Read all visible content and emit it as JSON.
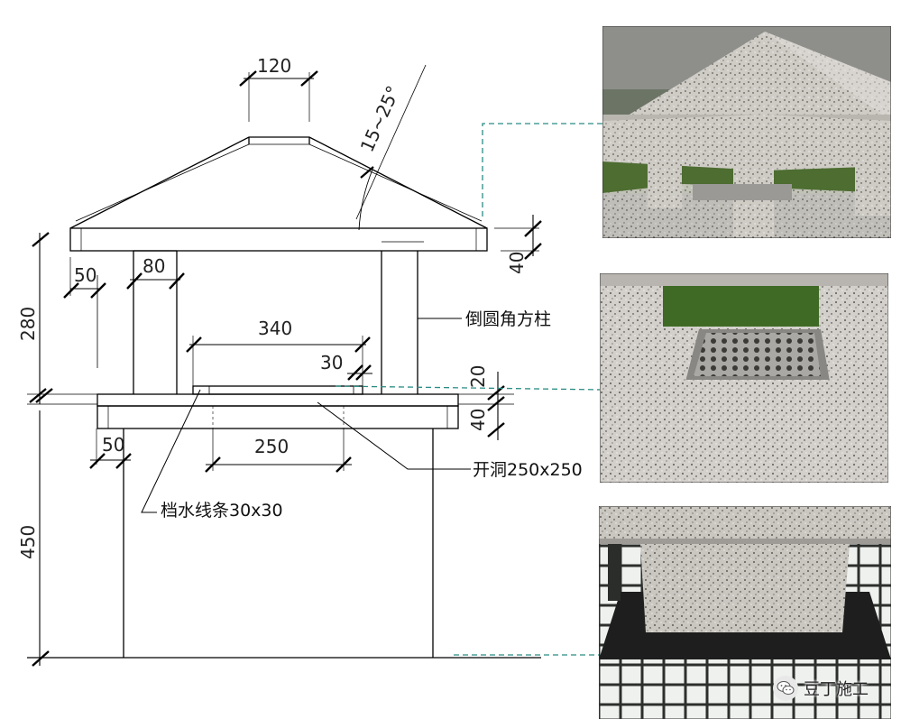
{
  "dimensions": {
    "top_width": "120",
    "slope": "15~25°",
    "roof_thickness": "40",
    "post_offset": "50",
    "post_width": "80",
    "upper_height": "280",
    "opening_outer": "340",
    "strip": "30",
    "slab": "40",
    "gap": "20",
    "base_offset": "50",
    "opening": "250",
    "lower_height": "450"
  },
  "callouts": {
    "post": "倒圆角方柱",
    "opening": "开洞250x250",
    "strip": "档水线条30x30"
  },
  "watermark": {
    "icon": "wechat-icon",
    "text": "豆丁施工"
  },
  "colors": {
    "line": "#000000",
    "leader": "#2a8c84",
    "granite": "#b9b6b0"
  }
}
